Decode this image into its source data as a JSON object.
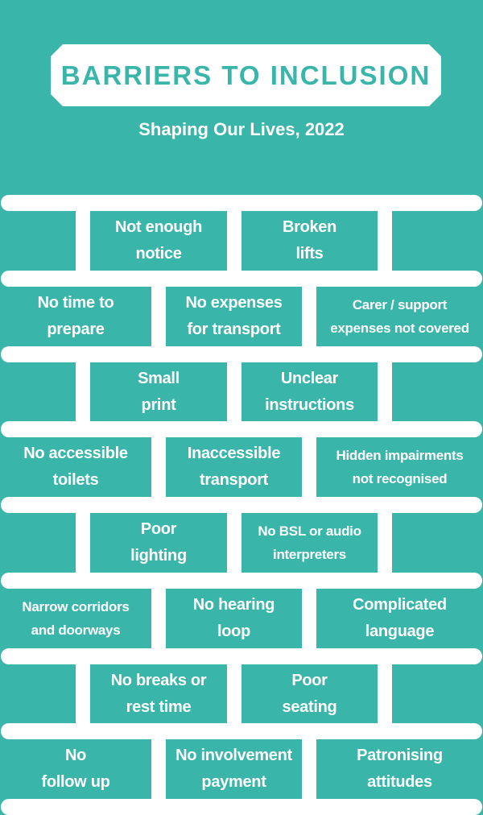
{
  "header": {
    "title": "BARRIERS TO INCLUSION",
    "subtitle": "Shaping Our Lives, 2022"
  },
  "colors": {
    "background": "#3ab5aa",
    "mortar": "#ffffff"
  },
  "rows": [
    [
      "Not enough\nnotice",
      "Broken\nlifts"
    ],
    [
      "No time to\nprepare",
      "No expenses\nfor transport",
      "Carer / support\nexpenses not covered"
    ],
    [
      "Small\nprint",
      "Unclear\ninstructions"
    ],
    [
      "No accessible\ntoilets",
      "Inaccessible\ntransport",
      "Hidden impairments\nnot recognised"
    ],
    [
      "Poor\nlighting",
      "No BSL or audio\ninterpreters"
    ],
    [
      "Narrow corridors\nand doorways",
      "No hearing\nloop",
      "Complicated\nlanguage"
    ],
    [
      "No breaks or\nrest time",
      "Poor\nseating"
    ],
    [
      "No\nfollow up",
      "No involvement\npayment",
      "Patronising\nattitudes"
    ]
  ]
}
